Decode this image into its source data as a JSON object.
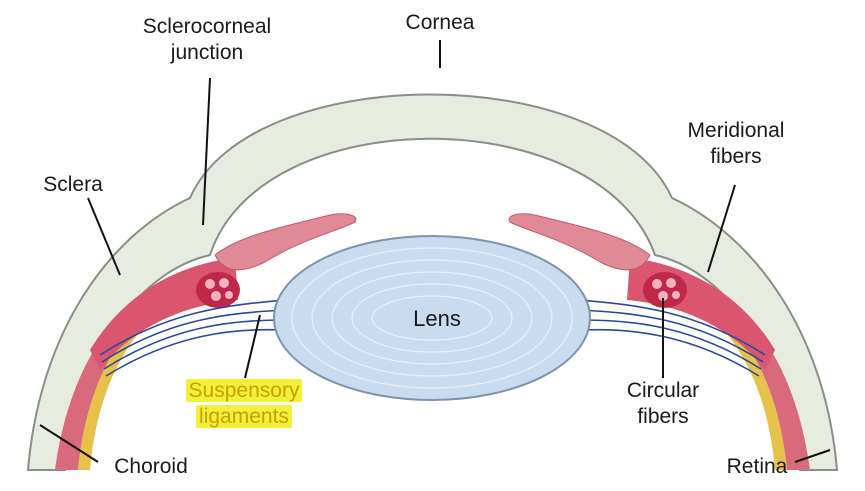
{
  "labels": {
    "sclerocorneal_junction": [
      "Sclerocorneal",
      "junction"
    ],
    "cornea": "Cornea",
    "meridional_fibers": [
      "Meridional",
      "fibers"
    ],
    "sclera": "Sclera",
    "lens": "Lens",
    "suspensory_ligaments": [
      "Suspensory",
      "ligaments"
    ],
    "circular_fibers": [
      "Circular",
      "fibers"
    ],
    "choroid": "Choroid",
    "retina": "Retina"
  },
  "colors": {
    "sclera_cornea": "#e7ece0",
    "outline": "#8a8f86",
    "ciliary_muscle": "#d9566e",
    "ciliary_process": "#e08a98",
    "choroid": "#d96a7c",
    "retina": "#e6c24a",
    "lens_fill": "#c9dbee",
    "ligament": "#2a4a9a",
    "highlight": "#f4f03a"
  }
}
